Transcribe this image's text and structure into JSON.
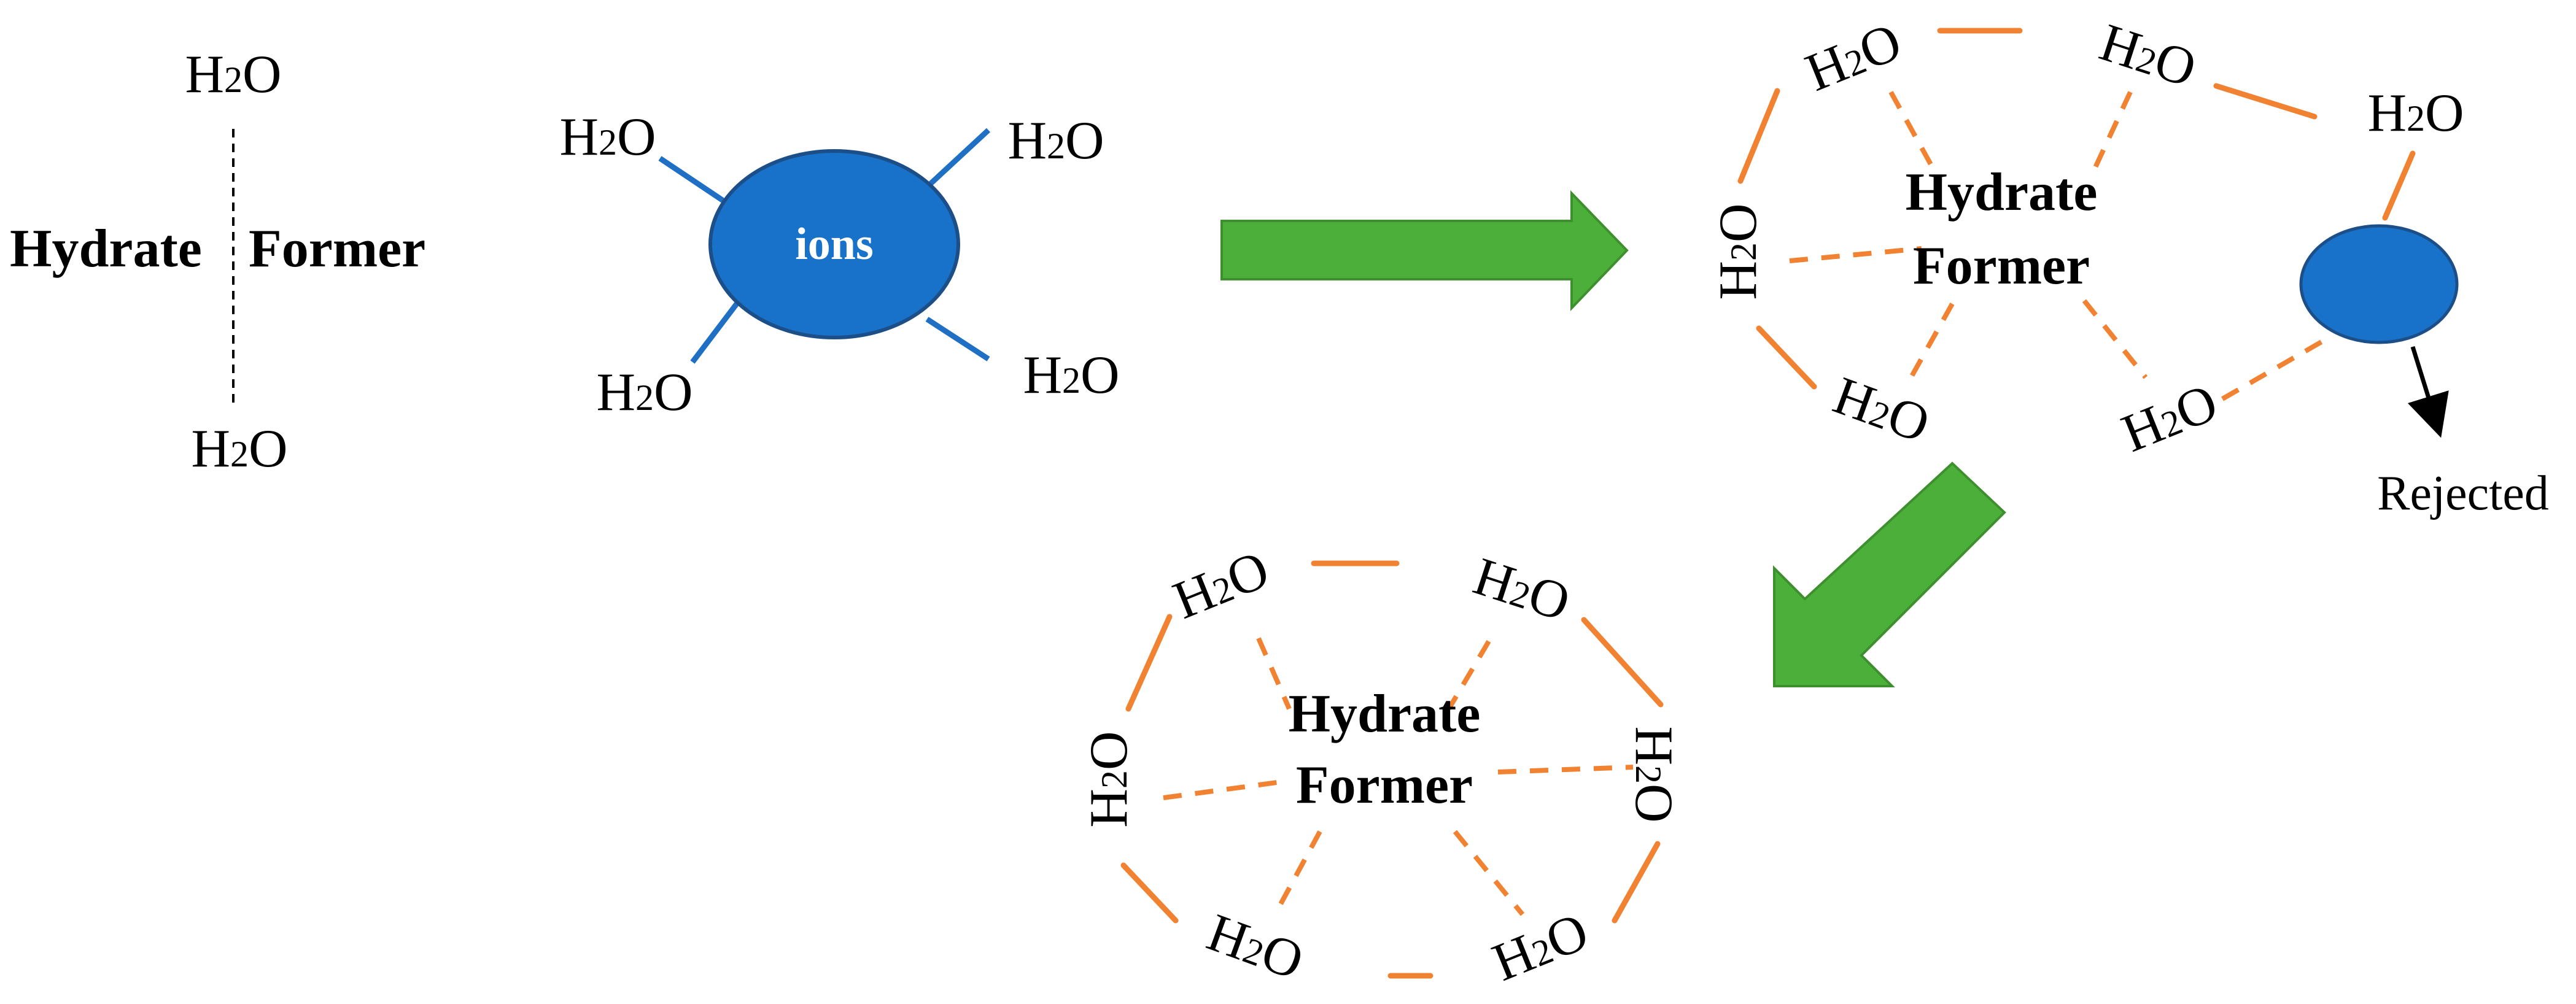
{
  "colors": {
    "background": "#ffffff",
    "bond_orange": "#F08232",
    "ion_blue": "#1872C9",
    "ion_outline": "#1C4E88",
    "ion_bond_blue": "#1F6FC4",
    "arrow_green": "#4CAF3A",
    "arrow_green_outline": "#3E8F2E",
    "text": "#000000",
    "ion_text": "#ffffff"
  },
  "molecule": {
    "prefix": "H",
    "subscript": "2",
    "suffix": "O"
  },
  "labels": {
    "hydrate_left": "Hydrate",
    "former_left": "Former",
    "hydrate_line1": "Hydrate",
    "hydrate_line2": "Former",
    "ions": "ions",
    "rejected": "Rejected"
  },
  "icons": {
    "transition_arrow": "right-arrow-icon",
    "down_arrow": "down-left-arrow-icon",
    "reject_arrow": "arrow-down-icon"
  }
}
